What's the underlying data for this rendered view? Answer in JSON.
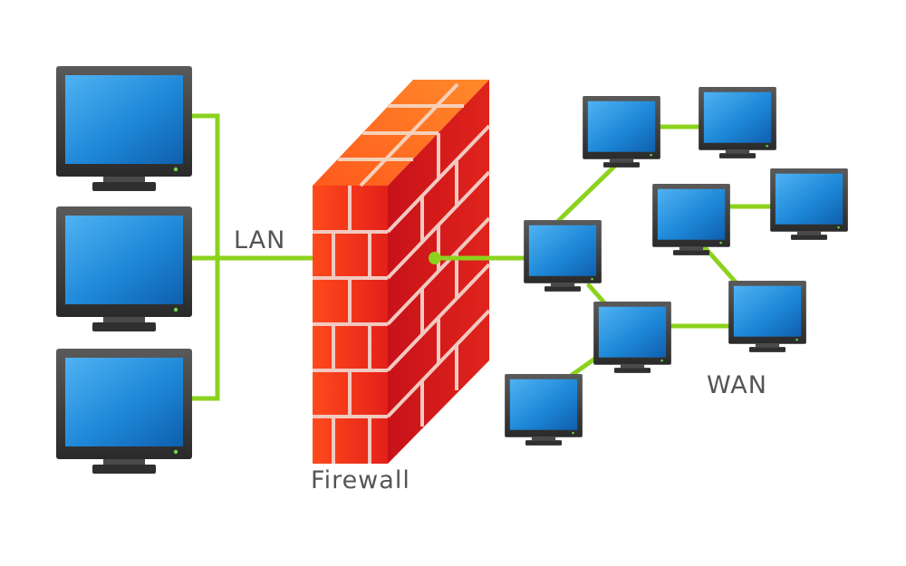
{
  "labels": {
    "lan": "LAN",
    "wan": "WAN",
    "firewall": "Firewall"
  },
  "colors": {
    "link": "#8cd21e",
    "screen": "#1e88d8",
    "bezel": "#3a3a3a",
    "brick": "#e8261c",
    "mortar": "#f2c9c0",
    "label_text": "#555555"
  },
  "nodes": {
    "lan_computers": [
      "lan-computer-1",
      "lan-computer-2",
      "lan-computer-3"
    ],
    "wan_computers": [
      "wan-computer-hub",
      "wan-computer-top-1",
      "wan-computer-top-2",
      "wan-computer-mid-1",
      "wan-computer-mid-2",
      "wan-computer-right",
      "wan-computer-center",
      "wan-computer-bottom"
    ]
  }
}
